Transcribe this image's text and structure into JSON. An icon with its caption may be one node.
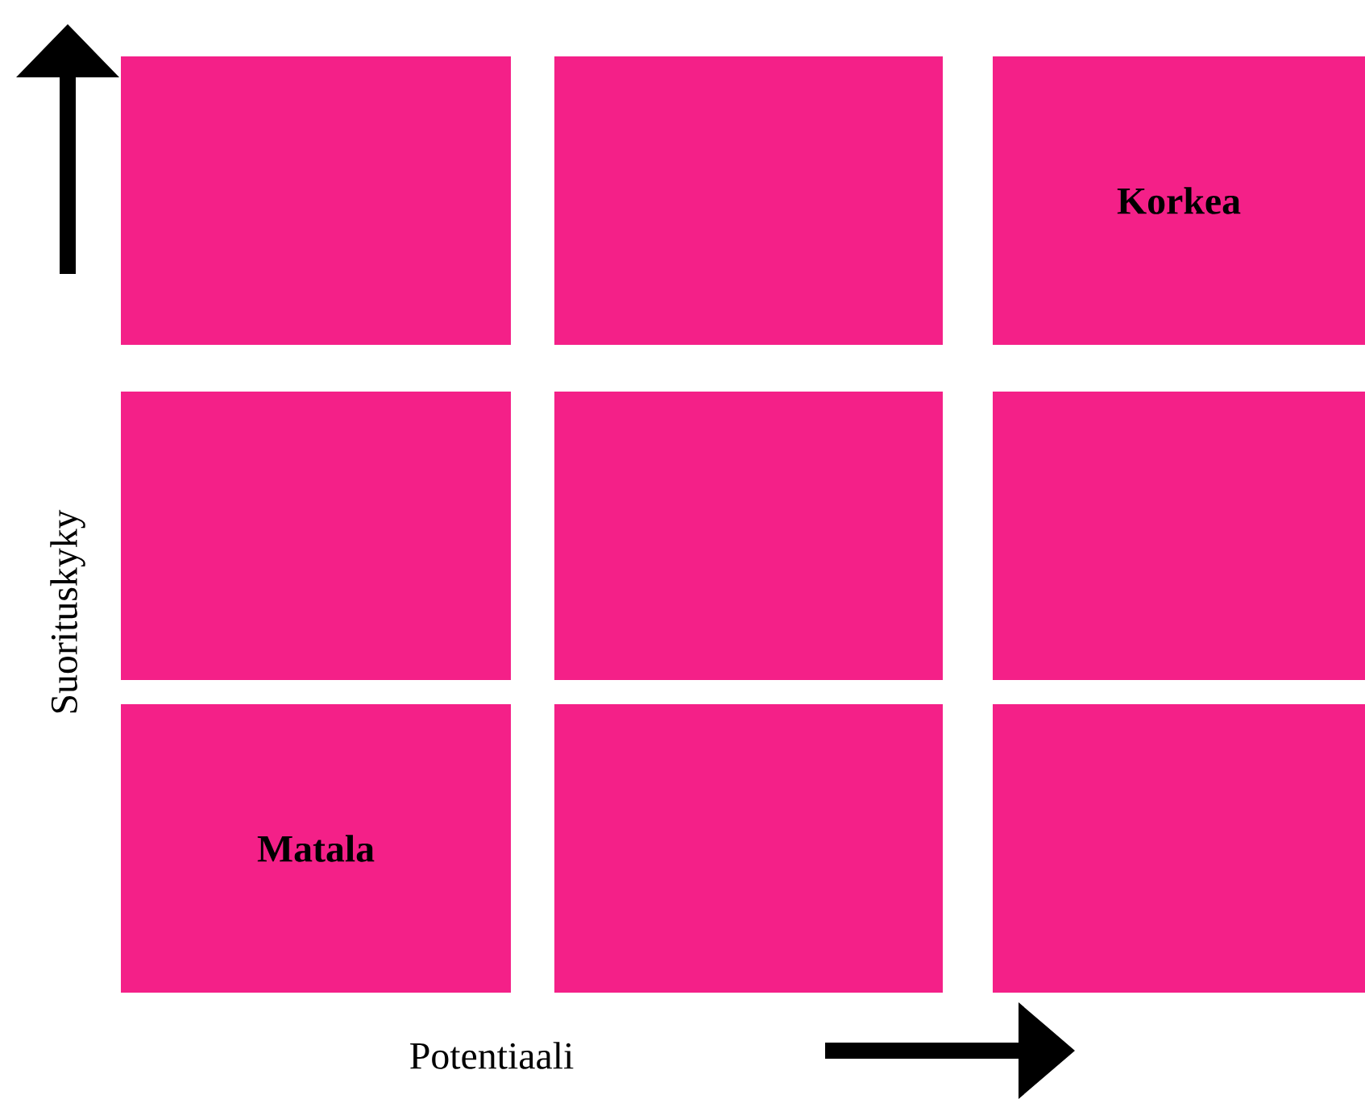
{
  "diagram": {
    "nodes": [
      {
        "text": [],
        "shape": "box"
      },
      {
        "text": [],
        "shape": "box"
      },
      {
        "text": [
          "Korkea"
        ]
      },
      {
        "text": [],
        "shape": "box"
      },
      {
        "text": [],
        "shape": "box"
      },
      {
        "text": [],
        "shape": "box"
      },
      {
        "text": [
          "Matala"
        ]
      },
      {
        "text": [],
        "shape": "box"
      },
      {
        "text": [],
        "shape": "box"
      }
    ],
    "labels": [
      "Suorituskyky",
      "Potentiaali"
    ]
  }
}
